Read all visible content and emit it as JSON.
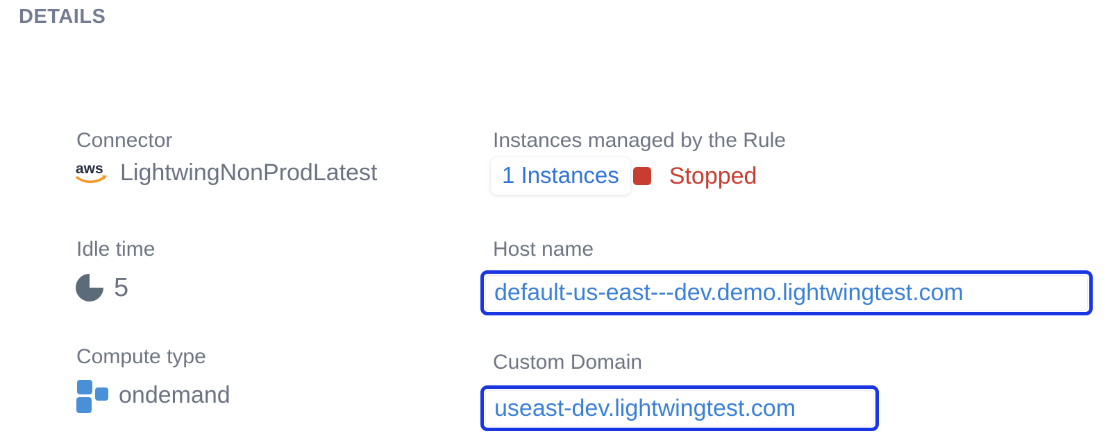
{
  "panel": {
    "title": "DETAILS"
  },
  "fields": {
    "connector": {
      "label": "Connector",
      "value": "LightwingNonProdLatest",
      "icon": "aws-icon",
      "aws_logo_text": "aws"
    },
    "instances": {
      "label": "Instances managed by the Rule",
      "count_label": "1 Instances",
      "status": "Stopped",
      "status_icon": "stopped-square-icon"
    },
    "idle_time": {
      "label": "Idle time",
      "value": "5",
      "icon": "pie-chart-icon"
    },
    "host_name": {
      "label": "Host name",
      "value": "default-us-east---dev.demo.lightwingtest.com"
    },
    "compute_type": {
      "label": "Compute type",
      "value": "ondemand",
      "icon": "compute-blocks-icon"
    },
    "custom_domain": {
      "label": "Custom Domain",
      "value": "useast-dev.lightwingtest.com"
    }
  },
  "colors": {
    "title_gray": "#737c92",
    "label_gray": "#6e7582",
    "value_gray": "#6b7280",
    "link_blue": "#2e74d6",
    "box_text_blue": "#3b80d8",
    "focus_border_blue": "#1a36e2",
    "status_red": "#c73d30",
    "aws_navy": "#252f3e",
    "aws_orange": "#f59721",
    "compute_blue": "#4a90d9",
    "pie_slate": "#5c6b7a"
  }
}
